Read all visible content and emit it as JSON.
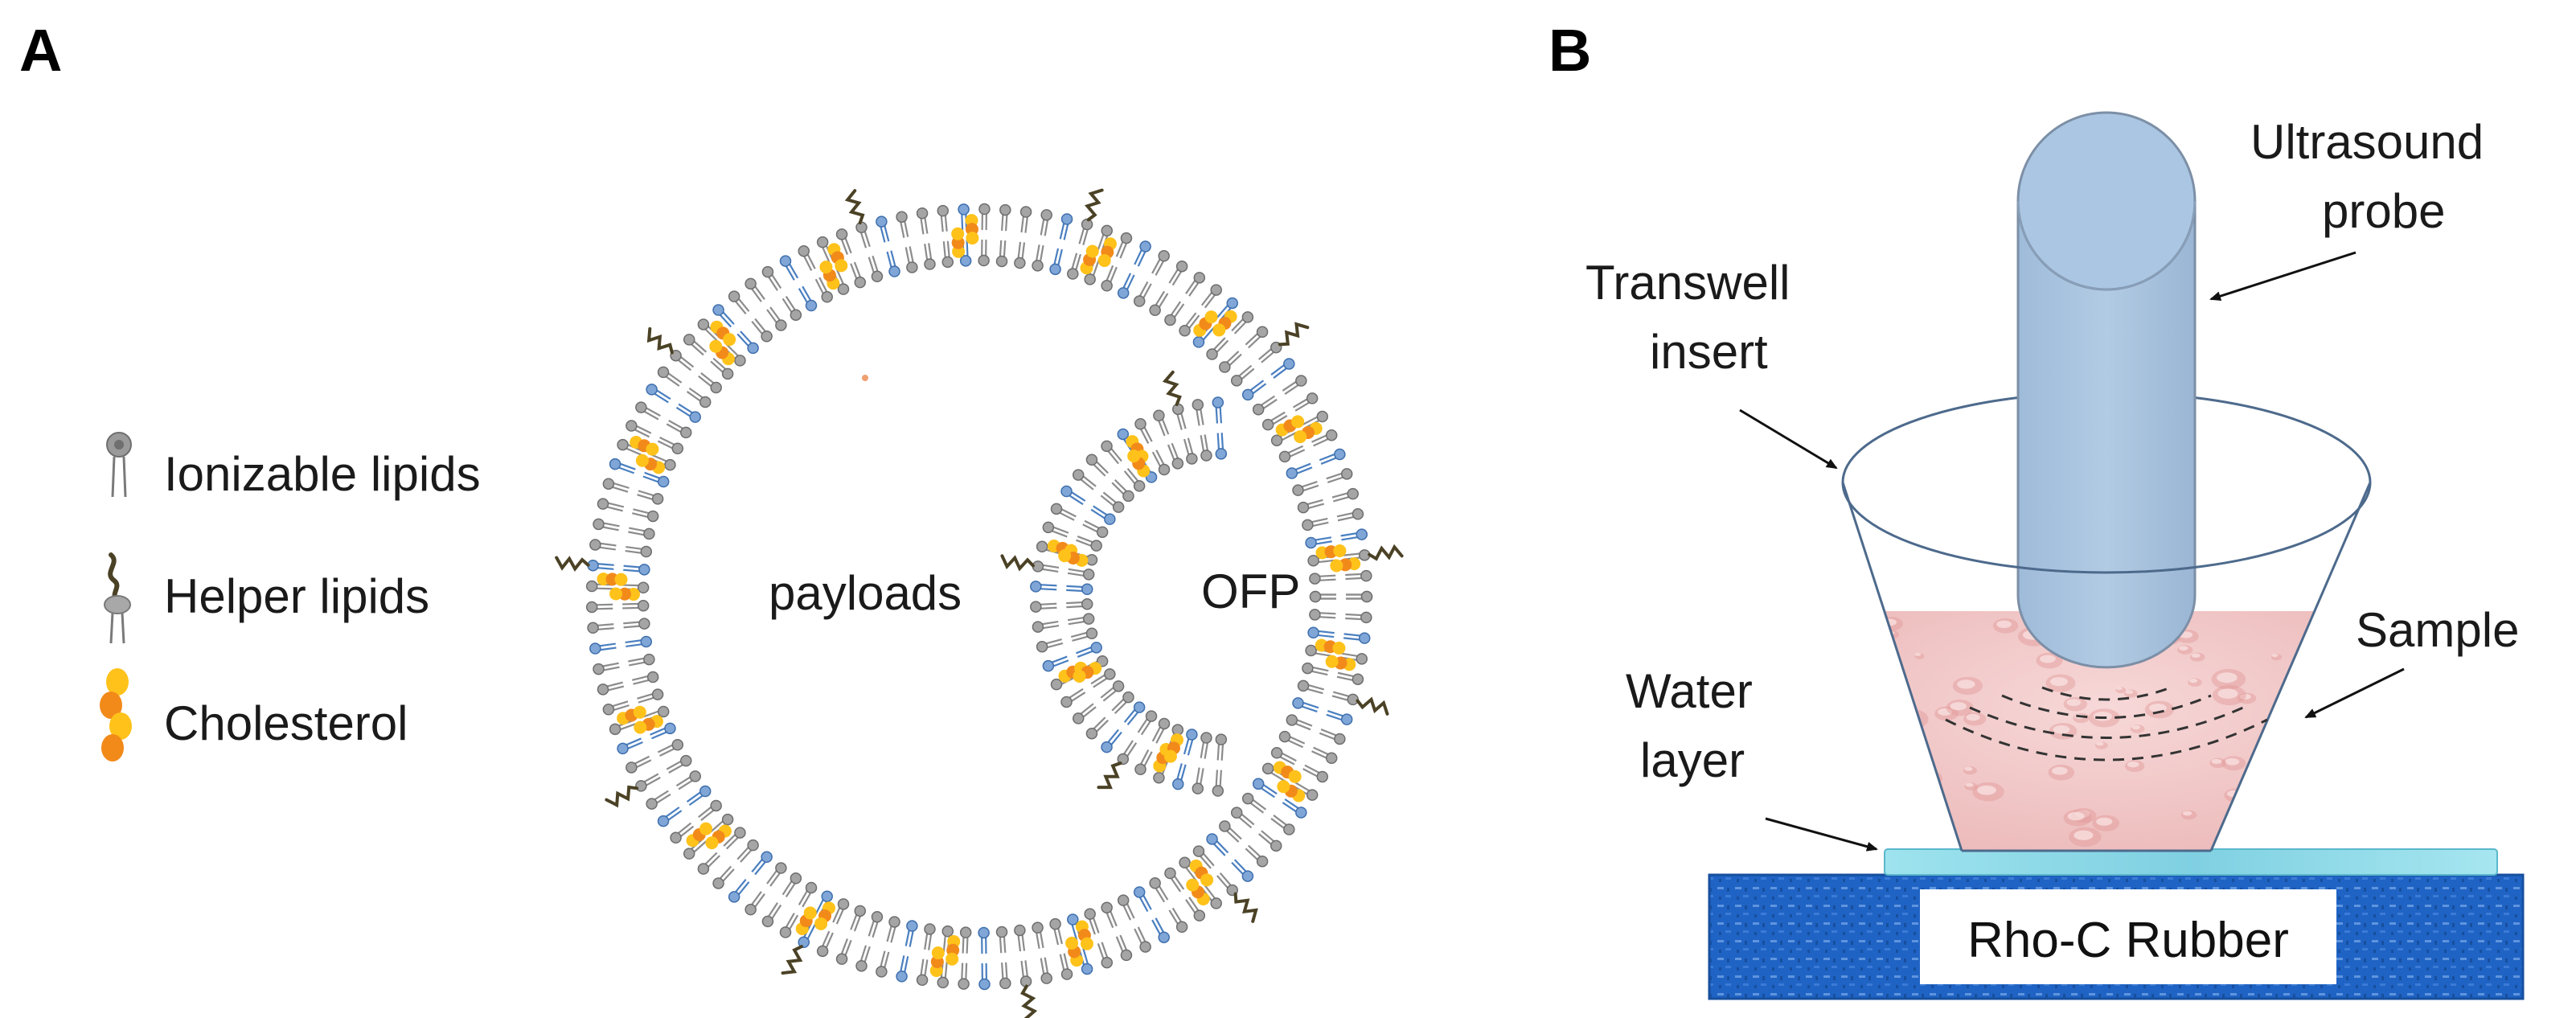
{
  "panels": {
    "a": {
      "letter": "A"
    },
    "b": {
      "letter": "B"
    }
  },
  "legend": {
    "items": [
      {
        "label": "Ionizable lipids",
        "icon": "ionizable-lipid-icon"
      },
      {
        "label": "Helper lipids",
        "icon": "helper-lipid-icon"
      },
      {
        "label": "Cholesterol",
        "icon": "cholesterol-icon"
      }
    ]
  },
  "particle": {
    "core_label": "payloads",
    "bubble_label": "OFP"
  },
  "setup": {
    "probe_label_line1": "Ultrasound",
    "probe_label_line2": "probe",
    "transwell_label_line1": "Transwell",
    "transwell_label_line2": "insert",
    "sample_label": "Sample",
    "water_label_line1": "Water",
    "water_label_line2": "layer",
    "rubber_label": "Rho-C Rubber"
  },
  "colors": {
    "lipid_gray": "#8c8c8c",
    "lipid_blue": "#4a7fc0",
    "cholesterol_orange": "#f28a1a",
    "cholesterol_yellow": "#ffc21a",
    "helper_tail": "#4b4226",
    "probe_fill": "#a9c5e0",
    "probe_stroke": "#7c8fa6",
    "sample_pink": "#f1c6c6",
    "water_cyan": "#8fd9e8",
    "rubber_blue": "#1f63c4",
    "cup_stroke": "#4d6a8c"
  }
}
